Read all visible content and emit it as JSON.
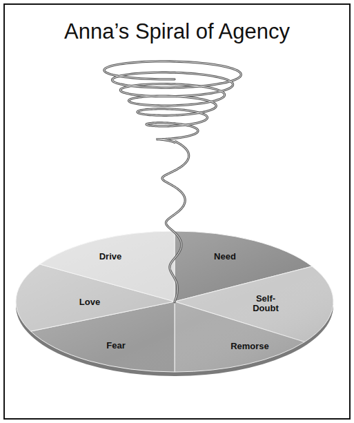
{
  "diagram": {
    "title": "Anna’s Spiral of Agency",
    "nodes": [
      {
        "text": [
          "Need"
        ]
      },
      {
        "text": [
          "Self-Doubt"
        ]
      },
      {
        "text": [
          "Remorse"
        ]
      },
      {
        "text": [
          "Fear"
        ]
      },
      {
        "text": [
          "Love"
        ]
      },
      {
        "text": [
          "Drive"
        ]
      }
    ]
  }
}
